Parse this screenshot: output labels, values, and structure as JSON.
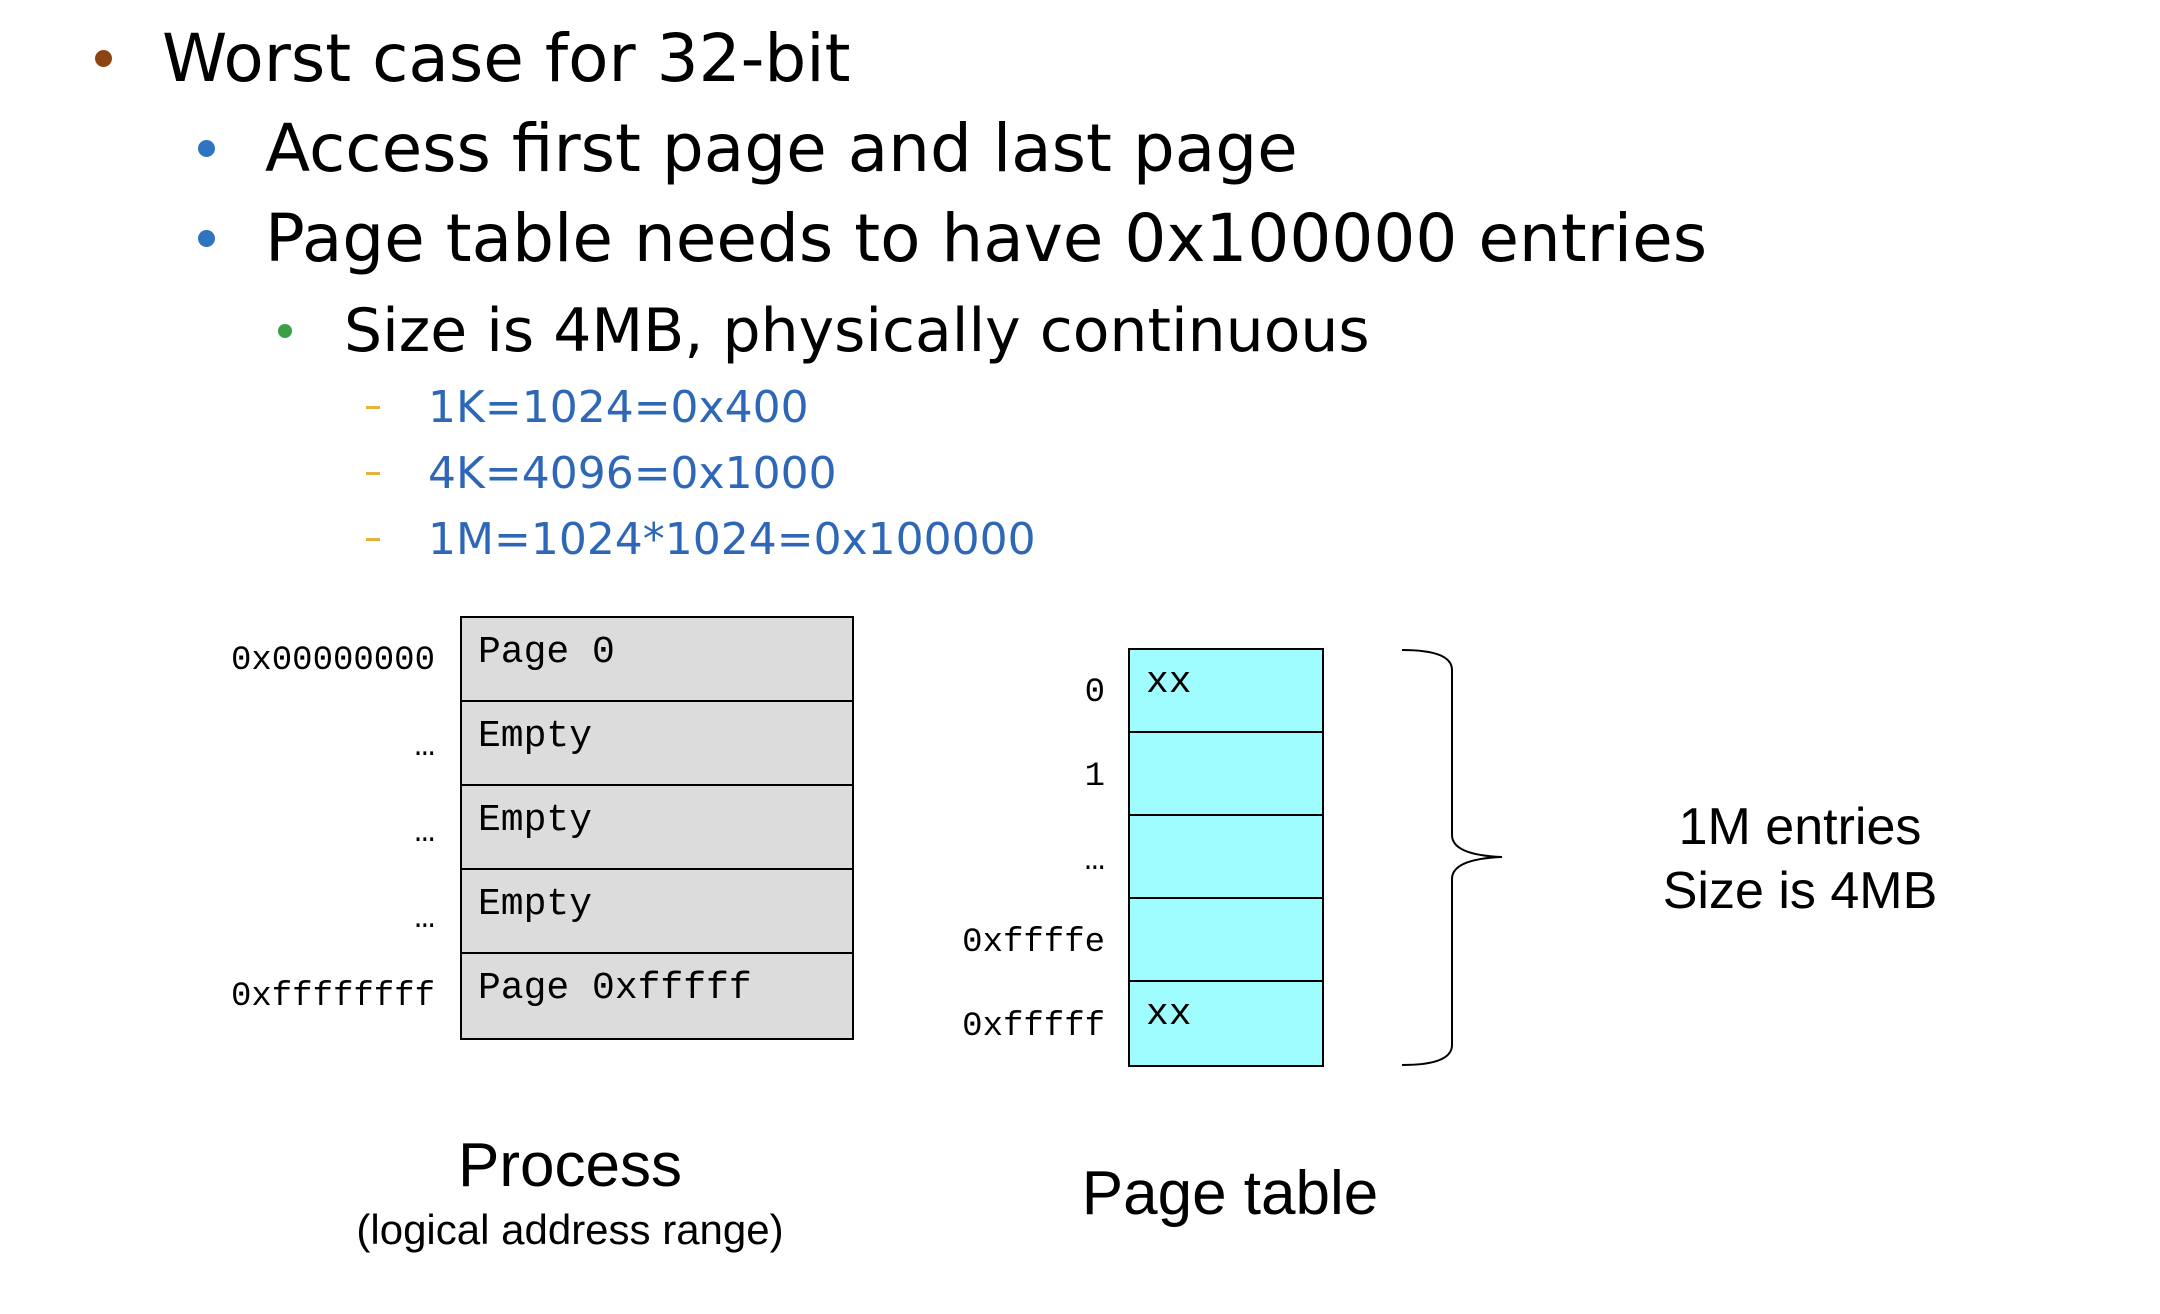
{
  "bullets": {
    "l1": "Worst case for 32-bit",
    "l2a": "Access first page and last page",
    "l2b": "Page table needs to have 0x100000 entries",
    "l3": "Size is 4MB, physically continuous",
    "l4": [
      "1K=1024=0x400",
      "4K=4096=0x1000",
      "1M=1024*1024=0x100000"
    ]
  },
  "process": {
    "addresses": [
      "0x00000000",
      "…",
      "…",
      "…",
      "0xffffffff"
    ],
    "cells": [
      "Page 0",
      "Empty",
      "Empty",
      "Empty",
      "Page 0xfffff"
    ],
    "title": "Process",
    "subtitle": "(logical address range)"
  },
  "page_table": {
    "indices": [
      "0",
      "1",
      "…",
      "0xffffe",
      "0xfffff"
    ],
    "cells": [
      "xx",
      "",
      "",
      "",
      "xx"
    ],
    "title": "Page table"
  },
  "annotation": {
    "line1": "1M entries",
    "line2": "Size is 4MB"
  },
  "colors": {
    "bullet_l1": "#8b4513",
    "bullet_l2": "#2e74c0",
    "bullet_l3": "#3aa043",
    "dash_l4": "#e6b23a",
    "text_l4": "#2e67b8",
    "process_fill": "#dcdcdc",
    "page_table_fill": "#9ffcff"
  }
}
